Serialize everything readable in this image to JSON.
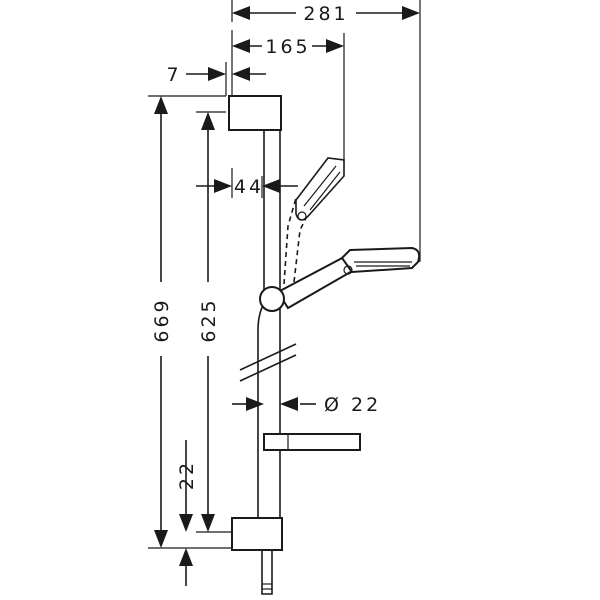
{
  "dimensions": {
    "overall_width": "281",
    "handshower_reach": "165",
    "wall_offset": "7",
    "slider_offset": "44",
    "rail_diameter": "Ø 22",
    "total_height": "669",
    "bracket_spacing": "625",
    "bottom_offset": "22"
  }
}
